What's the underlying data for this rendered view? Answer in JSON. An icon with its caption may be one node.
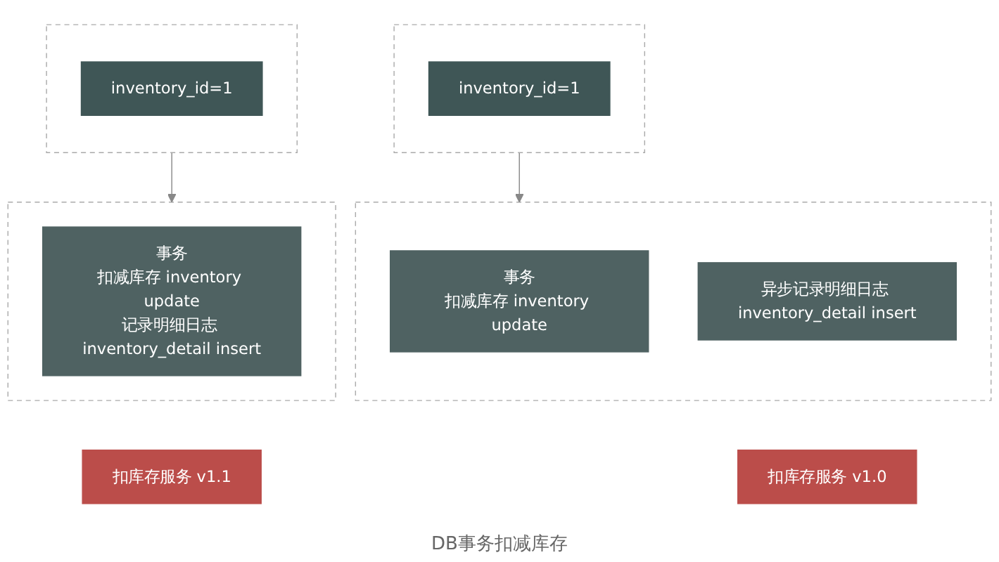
{
  "diagram": {
    "caption": "DB事务扣减库存",
    "nodes": [
      {
        "text": [],
        "shape": "box"
      },
      {
        "text": [
          "inventory_id=1"
        ],
        "in": 0
      },
      {
        "text": [],
        "shape": "box"
      },
      {
        "text": [
          "事务",
          "扣减库存 inventory update"
        ],
        "in": 2
      },
      {
        "text": [
          "异步记录明细日志 inventory_detail insert"
        ],
        "in": 2
      },
      {
        "text": [
          "扣库存服务 v1.0"
        ]
      },
      {
        "text": [],
        "shape": "box"
      },
      {
        "text": [
          "inventory_id=1"
        ],
        "in": 6
      },
      {
        "text": [],
        "shape": "box"
      },
      {
        "text": [
          "事务",
          "扣减库存 inventory update",
          "记录明细日志 inventory_detail insert"
        ],
        "in": 8
      },
      {
        "text": [
          "扣库存服务 v1.1"
        ]
      }
    ],
    "edges": [
      {
        "from": 0,
        "to": 2,
        "arrow": "to"
      },
      {
        "from": 6,
        "to": 8,
        "arrow": "to"
      }
    ]
  }
}
